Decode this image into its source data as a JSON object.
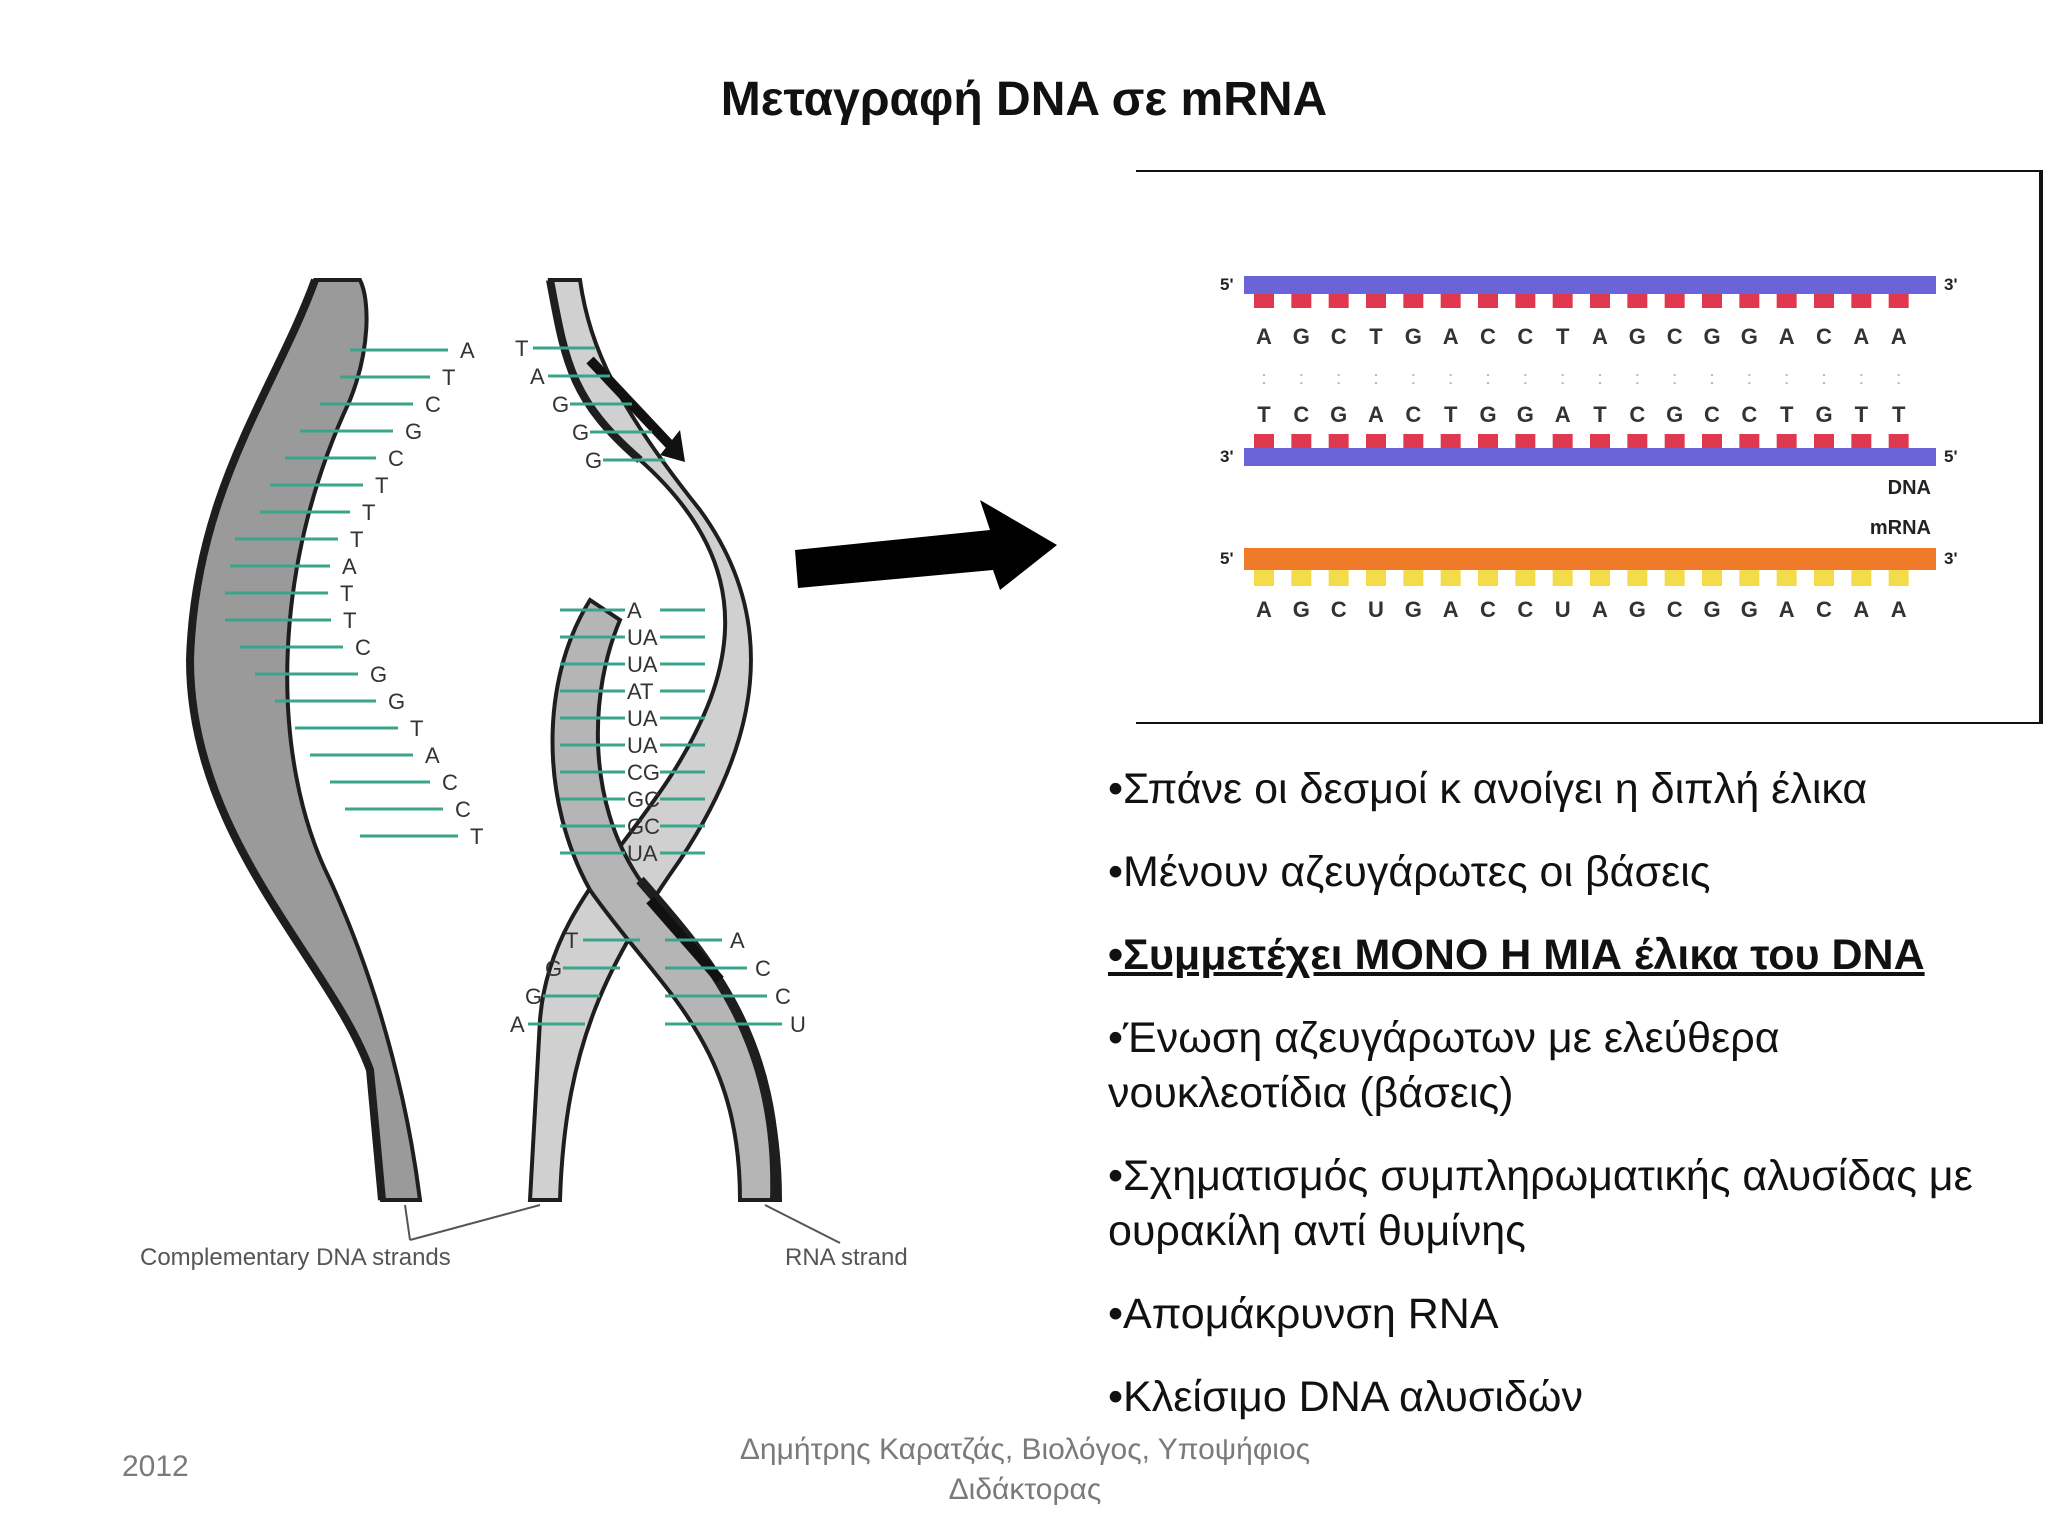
{
  "title": "Μεταγραφή DNA σε mRNA",
  "left_figure": {
    "left_strand_bases": [
      "A",
      "T",
      "C",
      "G",
      "C",
      "T",
      "T",
      "T",
      "A",
      "T",
      "T",
      "C",
      "G",
      "G",
      "T",
      "A",
      "C",
      "C",
      "T"
    ],
    "middle_strand_top_bases": [
      "T",
      "A",
      "G",
      "G",
      "G"
    ],
    "rna_pairs": [
      "A",
      "UA",
      "UA",
      "AT",
      "UA",
      "UA",
      "CG",
      "GC",
      "GC",
      "UA"
    ],
    "middle_strand_bottom_bases": [
      "T",
      "G",
      "G",
      "A"
    ],
    "rna_bottom_bases": [
      "A",
      "C",
      "C",
      "U"
    ],
    "label_left": "Complementary DNA strands",
    "label_right": "RNA strand",
    "colors": {
      "strand": "#9a9a9a",
      "strand_dark": "#1e1e1e",
      "rungs": "#3aa58a"
    }
  },
  "right_figure": {
    "top_strand": {
      "end_left": "5'",
      "end_right": "3'",
      "bases": [
        "A",
        "G",
        "C",
        "T",
        "G",
        "A",
        "C",
        "C",
        "T",
        "A",
        "G",
        "C",
        "G",
        "G",
        "A",
        "C",
        "A",
        "A"
      ]
    },
    "bottom_strand": {
      "end_left": "3'",
      "end_right": "5'",
      "bases": [
        "T",
        "C",
        "G",
        "A",
        "C",
        "T",
        "G",
        "G",
        "A",
        "T",
        "C",
        "G",
        "C",
        "C",
        "T",
        "G",
        "T",
        "T"
      ]
    },
    "label_dna": "DNA",
    "label_mrna": "mRNA",
    "mrna_strand": {
      "end_left": "5'",
      "end_right": "3'",
      "bases": [
        "A",
        "G",
        "C",
        "U",
        "G",
        "A",
        "C",
        "C",
        "U",
        "A",
        "G",
        "C",
        "G",
        "G",
        "A",
        "C",
        "A",
        "A"
      ]
    },
    "colors": {
      "dna_backbone": "#6b63d8",
      "dna_bases": "#e0394f",
      "mrna_backbone": "#ee7a2a",
      "mrna_bases": "#f2dc4a"
    }
  },
  "bullets": [
    "•Σπάνε οι δεσμοί κ ανοίγει η διπλή έλικα",
    "•Μένουν αζευγάρωτες οι βάσεις",
    "•Συμμετέχει ΜΟΝΟ Η ΜΙΑ έλικα του DNA",
    "•Ένωση αζευγάρωτων με ελεύθερα νουκλεοτίδια (βάσεις)",
    "•Σχηματισμός συμπληρωματικής αλυσίδας με ουρακίλη αντί θυμίνης",
    "•Απομάκρυνση RNA",
    "•Κλείσιμο DNA αλυσιδών"
  ],
  "footer": {
    "year": "2012",
    "author_line1": "Δημήτρης Καρατζάς, Βιολόγος, Υποψήφιος",
    "author_line2": "Διδάκτορας"
  }
}
